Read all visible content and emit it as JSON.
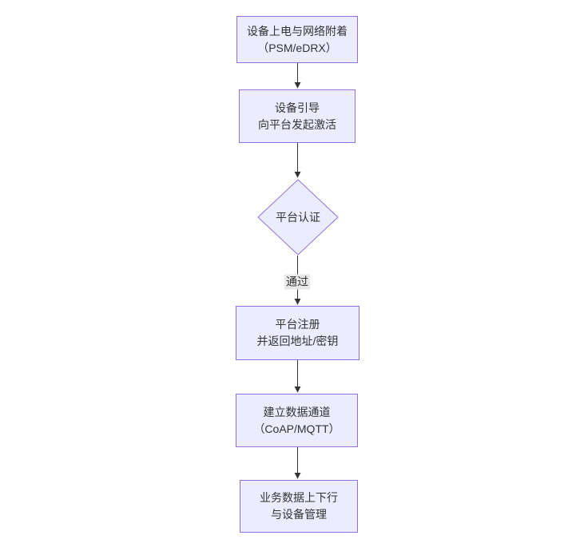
{
  "diagram": {
    "type": "flowchart",
    "direction": "top-down",
    "colors": {
      "canvas-bg": "#ffffff",
      "node-fill": "#ececff",
      "node-border": "#9370db",
      "node-text": "#333333",
      "arrow": "#333333",
      "edge-label-bg": "#e8e8e8"
    },
    "nodes": [
      {
        "id": "attach",
        "shape": "rect",
        "lines": [
          "设备上电与网络附着",
          "（PSM/eDRX）"
        ]
      },
      {
        "id": "boot",
        "shape": "rect",
        "lines": [
          "设备引导",
          "向平台发起激活"
        ]
      },
      {
        "id": "auth",
        "shape": "diamond",
        "lines": [
          "平台认证"
        ]
      },
      {
        "id": "register",
        "shape": "rect",
        "lines": [
          "平台注册",
          "并返回地址/密钥"
        ]
      },
      {
        "id": "channel",
        "shape": "rect",
        "lines": [
          "建立数据通道",
          "（CoAP/MQTT）"
        ]
      },
      {
        "id": "business",
        "shape": "rect",
        "lines": [
          "业务数据上下行",
          "与设备管理"
        ]
      }
    ],
    "edges": [
      {
        "from": "attach",
        "to": "boot",
        "label": ""
      },
      {
        "from": "boot",
        "to": "auth",
        "label": ""
      },
      {
        "from": "auth",
        "to": "register",
        "label": "通过"
      },
      {
        "from": "register",
        "to": "channel",
        "label": ""
      },
      {
        "from": "channel",
        "to": "business",
        "label": ""
      }
    ]
  }
}
